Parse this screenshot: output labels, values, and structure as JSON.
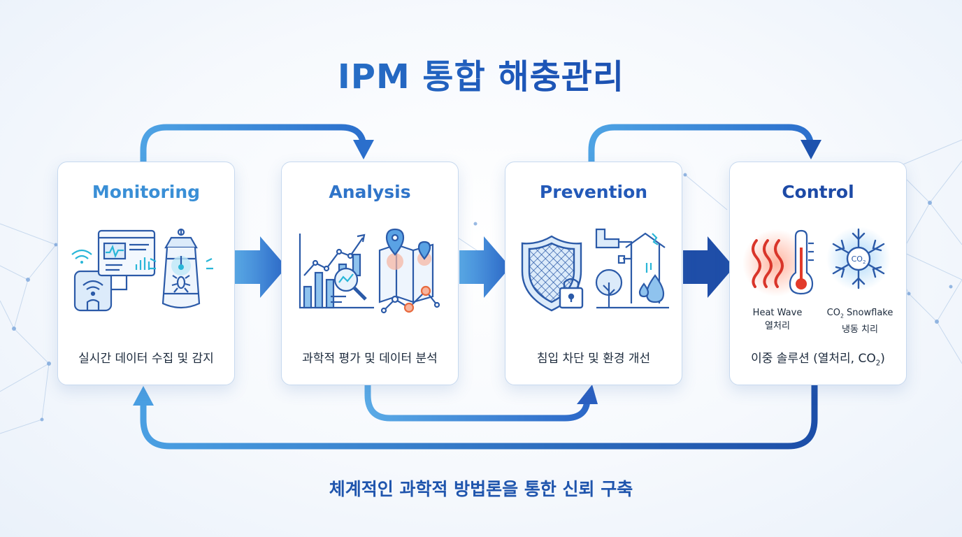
{
  "title": "IPM 통합 해충관리",
  "footer": "체계적인 과학적 방법론을 통한 신뢰 구축",
  "colors": {
    "accent_light": "#3a9be0",
    "accent_dark": "#173f95",
    "card_border": "#c7d9ef",
    "heat": "#f04b2c",
    "snow": "#2f8fe8"
  },
  "stages": [
    {
      "title": "Monitoring",
      "title_color": "#3a8fd6",
      "description": "실시간 데이터 수집 및 감지",
      "icons": [
        "wifi-sensor-icon",
        "monitor-chart-icon",
        "insect-trap-lantern-icon"
      ]
    },
    {
      "title": "Analysis",
      "title_color": "#2f74c9",
      "description": "과학적 평가 및 데이터 분석",
      "icons": [
        "bar-chart-magnifier-icon",
        "map-pin-hotspot-icon"
      ]
    },
    {
      "title": "Prevention",
      "title_color": "#2359b8",
      "description": "침입 차단 및 환경 개선",
      "icons": [
        "shield-mesh-lock-icon",
        "building-pipe-tree-icon"
      ]
    },
    {
      "title": "Control",
      "title_color": "#1d4aa6",
      "description_prefix": "이중 솔루션 (열처리, CO",
      "description_sub": "2",
      "description_suffix": ")",
      "icons": [
        "heat-wave-thermometer-icon",
        "co2-snowflake-icon"
      ],
      "captions": [
        {
          "line1": "Heat Wave",
          "line2": "열처리"
        },
        {
          "co_prefix": "CO",
          "co_sub": "2",
          "line1_suffix": " Snowflake",
          "line2": "냉동 치리"
        }
      ],
      "snowflake_label_prefix": "CO",
      "snowflake_label_sub": "2"
    }
  ]
}
